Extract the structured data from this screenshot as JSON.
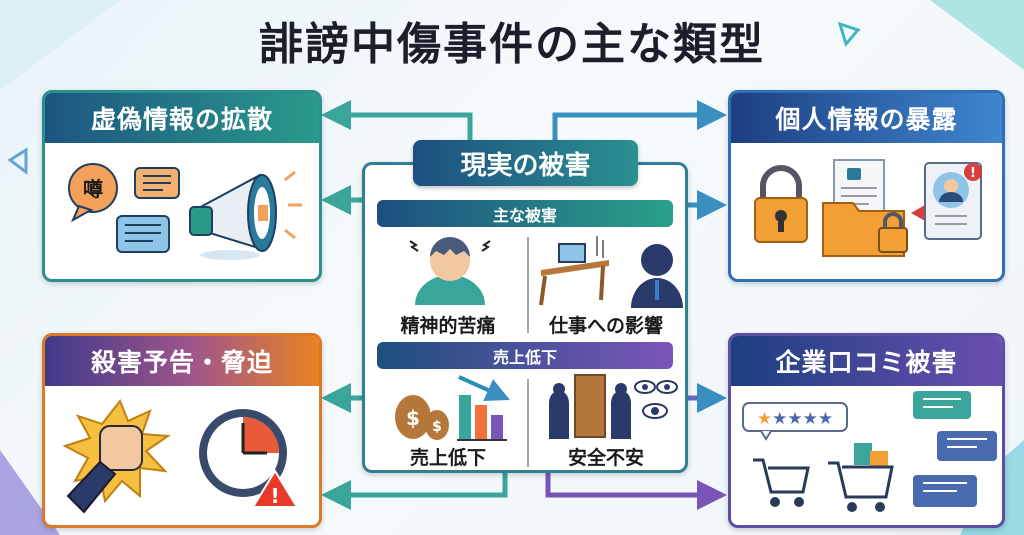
{
  "title": "誹謗中傷事件の主な類型",
  "cards": {
    "top_left": {
      "title": "虚偽情報の拡散",
      "bubble_text": "噂"
    },
    "top_right": {
      "title": "個人情報の暴露"
    },
    "bottom_left": {
      "title": "殺害予告・脅迫"
    },
    "bottom_right": {
      "title": "企業口コミ被害"
    }
  },
  "center": {
    "title": "現実の被害",
    "section1": {
      "label": "主な被害",
      "items": [
        "精神的苦痛",
        "仕事への影響"
      ]
    },
    "section2": {
      "label": "売上低下",
      "items": [
        "売上低下",
        "安全不安"
      ]
    }
  },
  "colors": {
    "teal": "#2a9a8a",
    "navy": "#1d4f80",
    "blue": "#3f86cf",
    "purple": "#6a4fb0",
    "orange": "#e88220"
  }
}
